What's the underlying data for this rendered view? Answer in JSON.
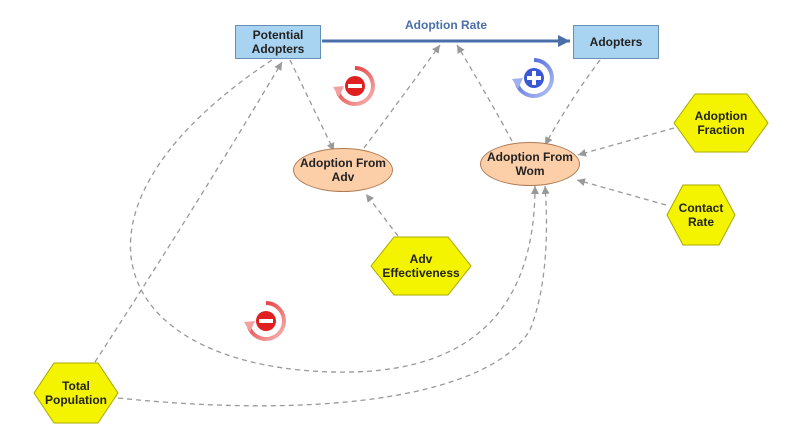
{
  "stocks": {
    "potential_adopters": "Potential\nAdopters",
    "adopters": "Adopters"
  },
  "flow": {
    "label": "Adoption Rate"
  },
  "auxiliaries": {
    "adoption_from_adv": "Adoption From\nAdv",
    "adoption_from_wom": "Adoption From\nWom"
  },
  "constants": {
    "adoption_fraction": "Adoption\nFraction",
    "contact_rate": "Contact\nRate",
    "adv_effectiveness": "Adv\nEffectiveness",
    "total_population": "Total\nPopulation"
  },
  "loops": {
    "balancing_top": {
      "polarity": "−",
      "color": "#e02020"
    },
    "reinforcing": {
      "polarity": "+",
      "color": "#3a57d6"
    },
    "balancing_bottom": {
      "polarity": "−",
      "color": "#e02020"
    }
  },
  "colors": {
    "stock_fill": "#a8d4f2",
    "aux_fill": "#fccfa8",
    "constant_fill": "#f4f400",
    "flow": "#4a6fa8",
    "link": "#999999"
  }
}
